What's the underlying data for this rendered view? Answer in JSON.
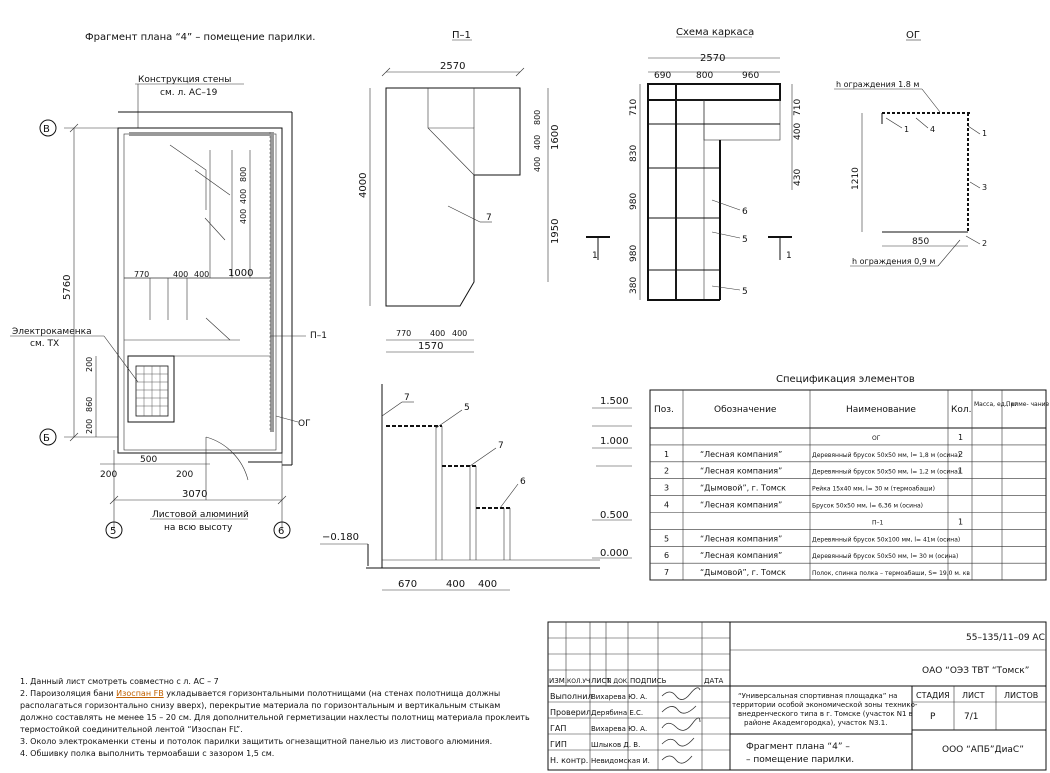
{
  "titles": {
    "plan": "Фрагмент плана “4” – помещение парилки.",
    "p1": "П–1",
    "frame": "Схема каркаса",
    "og": "ОГ",
    "spec": "Спецификация элементов"
  },
  "plan": {
    "wall_note_1": "Конструкция стены",
    "wall_note_2": "см. л. АС–19",
    "axis_b_top": "В",
    "axis_b_bottom": "Б",
    "axis_5": "5",
    "axis_6": "6",
    "dim_height": "5760",
    "dim_770": "770",
    "dim_400a": "400",
    "dim_400b": "400",
    "dim_1000": "1000",
    "dim_800": "800",
    "dim_400c": "400",
    "dim_400d": "400",
    "dim_200_v": "200",
    "dim_860": "860",
    "dim_200_v2": "200",
    "dim_500": "500",
    "dim_200a": "200",
    "dim_200b": "200",
    "dim_3070": "3070",
    "stove_1": "Электрокаменка",
    "stove_2": "см. ТХ",
    "label_p1": "П–1",
    "label_og": "ОГ",
    "alu_1": "Листовой алюминий",
    "alu_2": "на всю высоту"
  },
  "p1": {
    "dim_2570": "2570",
    "dim_4000": "4000",
    "dim_800": "800",
    "dim_400a": "400",
    "dim_400b": "400",
    "dim_1600": "1600",
    "dim_1950": "1950",
    "dim_770": "770",
    "dim_400c": "400",
    "dim_400d": "400",
    "dim_1570": "1570",
    "callout_7": "7"
  },
  "frame": {
    "dim_2570": "2570",
    "dim_690": "690",
    "dim_800": "800",
    "dim_960": "960",
    "dim_710a": "710",
    "dim_830": "830",
    "dim_980a": "980",
    "dim_980b": "980",
    "dim_380": "380",
    "dim_710b": "710",
    "dim_400": "400",
    "dim_430": "430",
    "callout_6": "6",
    "callout_5a": "5",
    "callout_5b": "5",
    "section_1a": "1",
    "section_1b": "1"
  },
  "og": {
    "h_top": "h ограждения 1.8 м",
    "h_bottom": "h ограждения 0,9 м",
    "dim_1210": "1210",
    "dim_850": "850",
    "c1a": "1",
    "c4": "4",
    "c1b": "1",
    "c3": "3",
    "c2": "2"
  },
  "section": {
    "lvl_1500": "1.500",
    "lvl_1000": "1.000",
    "lvl_0500": "0.500",
    "lvl_0000": "0.000",
    "lvl_m0180": "−0.180",
    "c7a": "7",
    "c5": "5",
    "c7b": "7",
    "c6": "6",
    "dim_670": "670",
    "dim_400a": "400",
    "dim_400b": "400"
  },
  "spec": {
    "headers": [
      "Поз.",
      "Обозначение",
      "Наименование",
      "Кол.",
      "Масса, ед., кг",
      "Приме- чание"
    ],
    "rows": [
      {
        "pos": "",
        "des": "",
        "name": "ОГ",
        "qty": "1"
      },
      {
        "pos": "1",
        "des": "“Лесная компания”",
        "name": "Деревянный брусок 50х50 мм, l= 1,8 м (осина)",
        "qty": "2"
      },
      {
        "pos": "2",
        "des": "“Лесная компания”",
        "name": "Деревянный брусок 50х50 мм, l= 1,2 м (осина)",
        "qty": "1"
      },
      {
        "pos": "3",
        "des": "“Дымовой”, г. Томск",
        "name": "Рейка 15х40 мм, l= 30 м (термоабаши)",
        "qty": ""
      },
      {
        "pos": "4",
        "des": "“Лесная компания”",
        "name": "Брусок 50х50 мм, l= 6,36 м (осина)",
        "qty": ""
      },
      {
        "pos": "",
        "des": "",
        "name": "П–1",
        "qty": "1"
      },
      {
        "pos": "5",
        "des": "“Лесная компания”",
        "name": "Деревянный брусок 50х100 мм, l= 41м (осина)",
        "qty": ""
      },
      {
        "pos": "6",
        "des": "“Лесная компания”",
        "name": "Деревянный брусок 50х50 мм, l= 30 м (осина)",
        "qty": ""
      },
      {
        "pos": "7",
        "des": "“Дымовой”, г. Томск",
        "name": "Полок, спинка полка – термоабаши, S= 19,0 м. кв",
        "qty": ""
      }
    ]
  },
  "stamp": {
    "code": "55–135/11–09 АС",
    "company": "ОАО “ОЭЗ ТВТ “Томск”",
    "hdr_izm": "ИЗМ.",
    "hdr_koluch": "КОЛ.УЧ",
    "hdr_list": "ЛИСТ",
    "hdr_ndok": "N ДОК.",
    "hdr_podpis": "ПОДПИСЬ",
    "hdr_data": "ДАТА",
    "roles": [
      {
        "role": "Выполнил",
        "name": "Вихарева Ю. А."
      },
      {
        "role": "Проверил",
        "name": "Дерябина Е.С."
      },
      {
        "role": "ГАП",
        "name": "Вихарева Ю. А."
      },
      {
        "role": "ГИП",
        "name": "Шлыков Д. В."
      },
      {
        "role": "Н. контр.",
        "name": "Невидомская И."
      }
    ],
    "project_1": "“Универсальная спортивная площадка” на",
    "project_2": "территории особой экономической зоны технико-",
    "project_3": "внедренческого типа в г. Томске (участок N1 в",
    "project_4": "районе Академгородка), участок N3.1.",
    "stage_hdr": "СТАДИЯ",
    "sheet_hdr": "ЛИСТ",
    "sheets_hdr": "ЛИСТОВ",
    "stage": "Р",
    "sheet": "7/1",
    "sheets": "",
    "title_1": "Фрагмент плана “4” –",
    "title_2": "– помещение парилки.",
    "org": "ООО “АПБ”ДиаС”"
  },
  "notes": {
    "n1": "1. Данный лист смотреть совместно с л. АС – 7",
    "n2a": "2. Пароизоляция бани ",
    "n2link": "Изоспан FB",
    "n2b": " укладывается горизонтальными полотнищами (на стенах полотнища должны",
    "n2c": "располагаться горизонтально снизу вверх), перекрытие материала по горизонтальным и вертикальным стыкам",
    "n2d": "должно составлять не менее 15 – 20 см.  Для дополнительной герметизации нахлесты полотнищ материала проклеить",
    "n2e": "термостойкой соединительной лентой “Изоспан FL”.",
    "n3": "3. Около электрокаменки стены и потолок парилки защитить огнезащитной панелью из листового алюминия.",
    "n4": "4. Обшивку полка выполнить термоабаши с зазором 1,5 см."
  }
}
